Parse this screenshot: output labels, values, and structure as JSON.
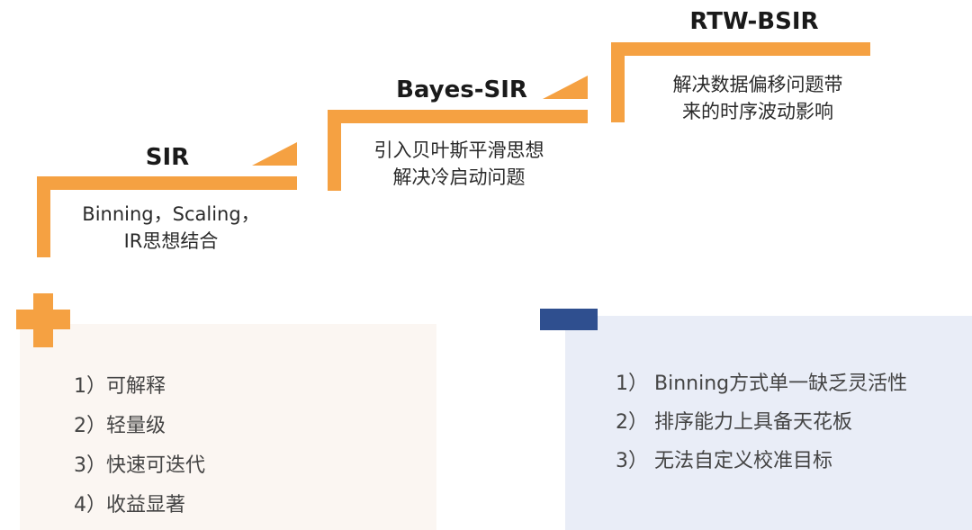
{
  "stages": [
    {
      "title": "SIR",
      "desc_lines": [
        "Binning，Scaling，",
        "IR思想结合"
      ]
    },
    {
      "title": "Bayes-SIR",
      "desc_lines": [
        "引入贝叶斯平滑思想",
        "解决冷启动问题"
      ]
    },
    {
      "title": "RTW-BSIR",
      "desc_lines": [
        "解决数据偏移问题带",
        "来的时序波动影响"
      ]
    }
  ],
  "advantages": {
    "icon": "plus-icon",
    "items": [
      "1）可解释",
      "2）轻量级",
      "3）快速可迭代",
      "4）收益显著"
    ]
  },
  "disadvantages": {
    "icon": "minus-icon",
    "items": [
      "1） Binning方式单一缺乏灵活性",
      "2） 排序能力上具备天花板",
      "3） 无法自定义校准目标"
    ]
  },
  "colors": {
    "accent_orange": "#f5a142",
    "minus_blue": "#2f4f8f",
    "left_panel_bg": "#fbf6f2",
    "right_panel_bg": "#e9edf7"
  }
}
